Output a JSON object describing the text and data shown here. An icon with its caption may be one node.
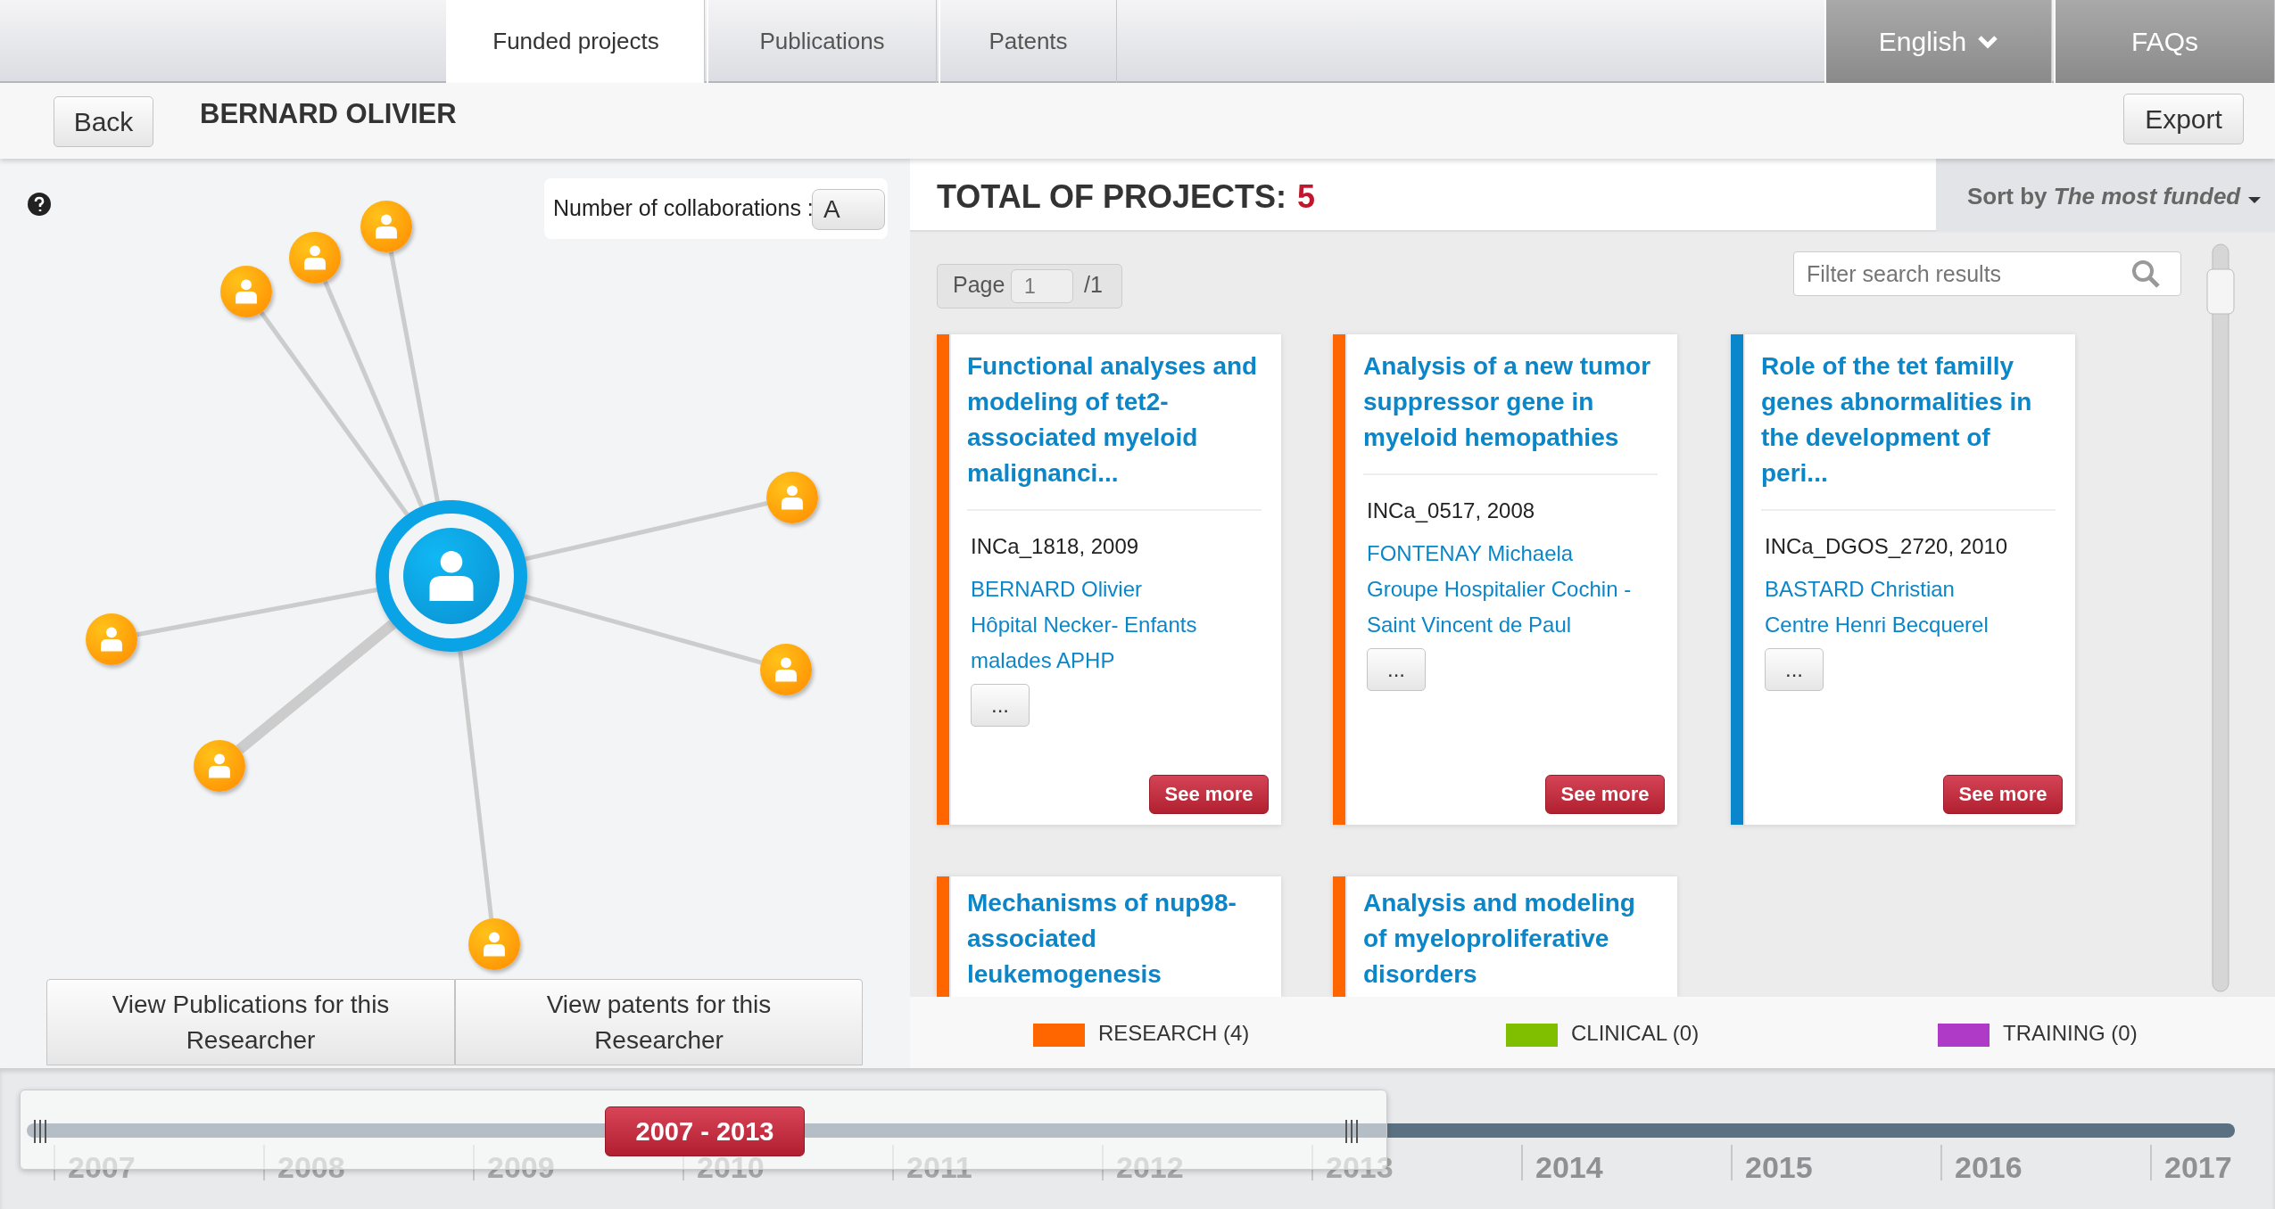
{
  "diagram": {
    "nodes": [
      {
        "text": [],
        "shape": "person"
      },
      {
        "text": [],
        "shape": "person"
      },
      {
        "text": [],
        "shape": "person"
      },
      {
        "text": [],
        "shape": "person"
      },
      {
        "text": [],
        "shape": "person"
      },
      {
        "text": [],
        "shape": "person"
      },
      {
        "text": [],
        "shape": "person"
      },
      {
        "text": [],
        "shape": "person"
      },
      {
        "text": [],
        "shape": "person"
      },
      {
        "text": [
          "Functional analyses and modeling of tet2-associated myeloid malignanci...",
          "INCa_1818, 2009",
          "BERNARD Olivier",
          "Hôpital Necker- Enfants malades APHP",
          "...",
          "See more"
        ]
      },
      {
        "text": [
          "Analysis of a new tumor suppressor gene in myeloid hemopathies",
          "INCa_0517, 2008",
          "FONTENAY Michaela",
          "Groupe Hospitalier Cochin - Saint Vincent de Paul",
          "...",
          "See more"
        ]
      },
      {
        "text": [
          "Role of the tet familly genes abnormalities in the development of peri...",
          "INCa_DGOS_2720, 2010",
          "BASTARD Christian",
          "Centre Henri Becquerel",
          "...",
          "See more"
        ]
      },
      {
        "text": [
          "Mechanisms of nup98-associated leukemogenesis"
        ]
      },
      {
        "text": [
          "Analysis and modeling of myeloproliferative disorders"
        ]
      }
    ],
    "edges": [
      {
        "from": 0,
        "to": 1,
        "arrow": "none"
      },
      {
        "from": 0,
        "to": 2,
        "arrow": "none",
        "style": "thick"
      },
      {
        "from": 0,
        "to": 3,
        "arrow": "none"
      },
      {
        "from": 0,
        "to": 4,
        "arrow": "none"
      },
      {
        "from": 0,
        "to": 5,
        "arrow": "none"
      },
      {
        "from": 0,
        "to": 6,
        "arrow": "none"
      },
      {
        "from": 0,
        "to": 7,
        "arrow": "none"
      },
      {
        "from": 0,
        "to": 8,
        "arrow": "none"
      }
    ],
    "labels": [
      "Funded projects",
      "Publications",
      "Patents",
      "English",
      "FAQs",
      "Back",
      "BERNARD OLIVIER",
      "Export",
      "Number of collaborations :",
      "A",
      "TOTAL OF PROJECTS:",
      "5",
      "Sort by *The most funded*",
      "Page",
      "1",
      "/1",
      "Filter search results",
      "View Publications for this Researcher",
      "View patents for this Researcher",
      "2007 - 2013",
      "2007",
      "2008",
      "2009",
      "2010",
      "2011",
      "2012",
      "2013",
      "2014",
      "2015",
      "2016",
      "2017"
    ],
    "legend": [
      {
        "text": "RESEARCH (4)",
        "color": "#ff6600"
      },
      {
        "text": "CLINICAL (0)",
        "color": "#80bf00"
      },
      {
        "text": "TRAINING (0)",
        "color": "#b03ac8"
      }
    ]
  }
}
